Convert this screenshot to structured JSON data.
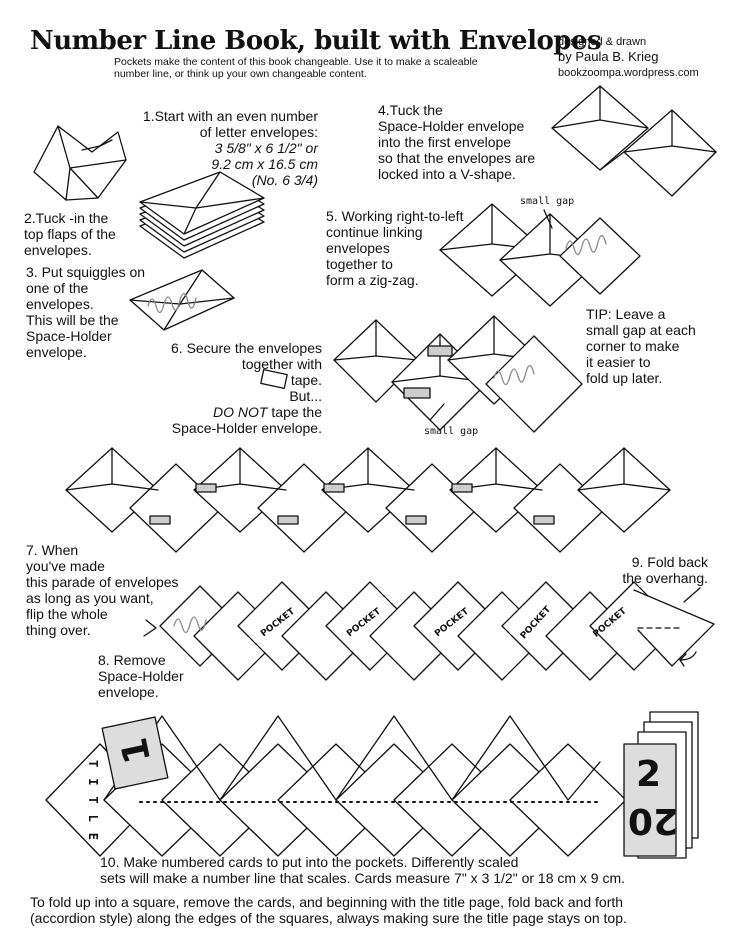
{
  "title": "Number Line Book, built with Envelopes",
  "subtitle": "Pockets make the content of this book changeable. Use it to make a scaleable number line, or think up your own changeable content.",
  "credit": {
    "line1": "designed & drawn",
    "line2": "by Paula  B. Krieg",
    "line3": "bookzoompa.wordpress.com"
  },
  "steps": {
    "s1_a": "1.Start with an even number",
    "s1_b": "of letter envelopes:",
    "s1_c": "3 5/8\" x 6 1/2\" or",
    "s1_d": "9.2 cm x 16.5 cm",
    "s1_e": "(No. 6 3/4)",
    "s2_a": "2.Tuck -in the",
    "s2_b": "top flaps of the",
    "s2_c": "envelopes.",
    "s3_a": "3. Put squiggles on",
    "s3_b": "one of the",
    "s3_c": "envelopes.",
    "s3_d": "This will be the",
    "s3_e": "Space-Holder",
    "s3_f": "envelope.",
    "s4_a": "4.Tuck the",
    "s4_b": "Space-Holder envelope",
    "s4_c": "into the first envelope",
    "s4_d": "so that the envelopes are",
    "s4_e": "locked into a V-shape.",
    "s5_a": "5. Working right-to-left",
    "s5_b": "continue linking",
    "s5_c": "envelopes",
    "s5_d": "together to",
    "s5_e": "form a zig-zag.",
    "small_gap_1": "small gap",
    "tip_a": "TIP: Leave a",
    "tip_b": "small gap at each",
    "tip_c": "corner to make",
    "tip_d": "it easier to",
    "tip_e": "fold up later.",
    "s6_a": "6. Secure the envelopes",
    "s6_b": "together with",
    "s6_c": "tape.",
    "s6_d": "But...",
    "s6_e_em": "DO NOT",
    "s6_e_rest": " tape the",
    "s6_f": "Space-Holder envelope.",
    "small_gap_2": "small gap",
    "s7_a": "7. When",
    "s7_b": "you've made",
    "s7_c": "this parade of envelopes",
    "s7_d": "as long as you want,",
    "s7_e": "flip the whole",
    "s7_f": "thing over.",
    "s8_a": "8. Remove",
    "s8_b": "Space-Holder",
    "s8_c": "envelope.",
    "s9_a": "9. Fold back",
    "s9_b": "the overhang.",
    "s10_a": "10.  Make numbered cards to put into  the pockets. Differently scaled",
    "s10_b": "sets will make a number line that scales. Cards measure 7\" x 3 1/2\" or 18 cm x 9 cm.",
    "final_a": "To fold up into a square, remove the cards, and beginning with the title page, fold back and  forth",
    "final_b": "(accordion style) along the edges of the squares, always making sure the title page stays on top."
  },
  "pocket_label": "POCKET",
  "title_letters": [
    "T",
    "I",
    "T",
    "L",
    "E"
  ],
  "card_1": "1",
  "card_2": "2",
  "card_20": "20"
}
